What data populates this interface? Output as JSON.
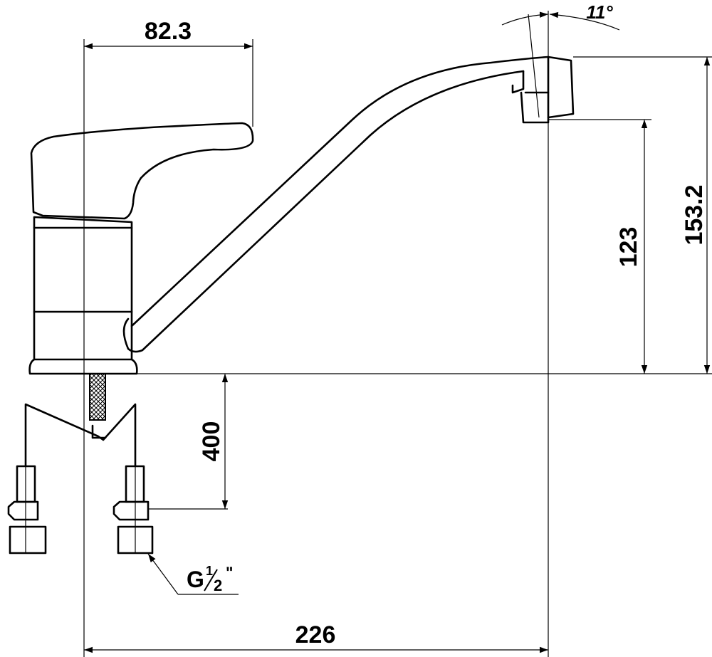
{
  "dimensions": {
    "handle_width": "82.3",
    "angle": "11°",
    "total_height": "153.2",
    "spout_height": "123",
    "hose_length": "400",
    "reach": "226"
  },
  "thread": {
    "prefix": "G",
    "numerator": "1",
    "denominator": "2",
    "suffix": "\""
  }
}
